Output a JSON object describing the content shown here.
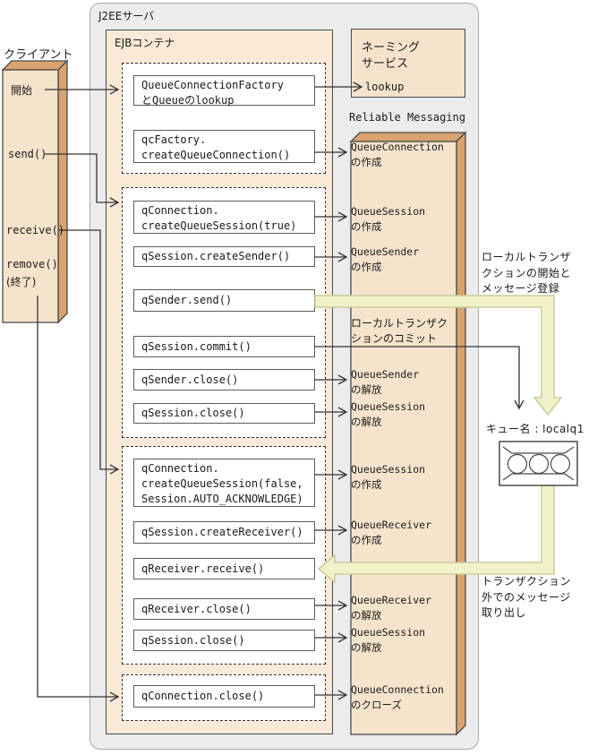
{
  "window": {
    "j2ee_title": "J2EEサーバ",
    "ejb_title": "EJBコンテナ"
  },
  "client": {
    "title": "クライアント",
    "start": "開始",
    "send": "send()",
    "receive": "receive()",
    "remove": "remove()",
    "end": "(終了)"
  },
  "naming": {
    "title1": "ネーミング",
    "title2": "サービス",
    "lookup": "lookup"
  },
  "rm": {
    "title": "Reliable Messaging",
    "labels": {
      "qc_create": [
        "QueueConnection",
        "の作成"
      ],
      "qs_create1": [
        "QueueSession",
        "の作成"
      ],
      "qsender_create": [
        "QueueSender",
        "の作成"
      ],
      "commit_note": [
        "ローカルトランザク",
        "ションのコミット"
      ],
      "qsender_release": [
        "QueueSender",
        "の解放"
      ],
      "qs_release1": [
        "QueueSession",
        "の解放"
      ],
      "qs_create2": [
        "QueueSession",
        "の作成"
      ],
      "qreceiver_create": [
        "QueueReceiver",
        "の作成"
      ],
      "qreceiver_release": [
        "QueueReceiver",
        "の解放"
      ],
      "qs_release2": [
        "QueueSession",
        "の解放"
      ],
      "qc_close": [
        "QueueConnection",
        "のクローズ"
      ]
    }
  },
  "ejb": {
    "boxes": {
      "lookup_factory": [
        "QueueConnectionFactory",
        "とQueueのlookup"
      ],
      "create_connection": [
        "qcFactory.",
        "createQueueConnection()"
      ],
      "create_session_true": [
        "qConnection.",
        "createQueueSession(true)"
      ],
      "create_sender": "qSession.createSender()",
      "send": "qSender.send()",
      "commit": "qSession.commit()",
      "sender_close": "qSender.close()",
      "session_close1": "qSession.close()",
      "create_session_false": [
        "qConnection.",
        "createQueueSession(false,",
        "Session.AUTO_ACKNOWLEDGE)"
      ],
      "create_receiver": "qSession.createReceiver()",
      "receive": "qReceiver.receive()",
      "receiver_close": "qReceiver.close()",
      "session_close2": "qSession.close()",
      "connection_close": "qConnection.close()"
    }
  },
  "annotations": {
    "tx_start": [
      "ローカルトランザ",
      "クションの開始と",
      "メッセージ登録"
    ],
    "queue_name": "キュー名 : localq1",
    "tx_outside": [
      "トランザクション",
      "外でのメッセージ",
      "取り出し"
    ]
  },
  "colors": {
    "panel": "#ececec",
    "container": "#f9e9d6",
    "face": "#f6e3cc",
    "side": "#d9a470",
    "yellow": "#f2f2ca",
    "yellow_border": "#cbcb9a",
    "line": "#333333"
  }
}
